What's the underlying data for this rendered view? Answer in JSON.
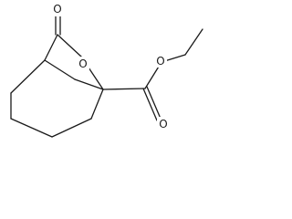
{
  "molecule": {
    "atoms": {
      "carbonyl_oxygen": "O",
      "ring_oxygen": "O",
      "ester_carbonyl_oxygen": "O",
      "ester_ether_oxygen": "O"
    }
  }
}
